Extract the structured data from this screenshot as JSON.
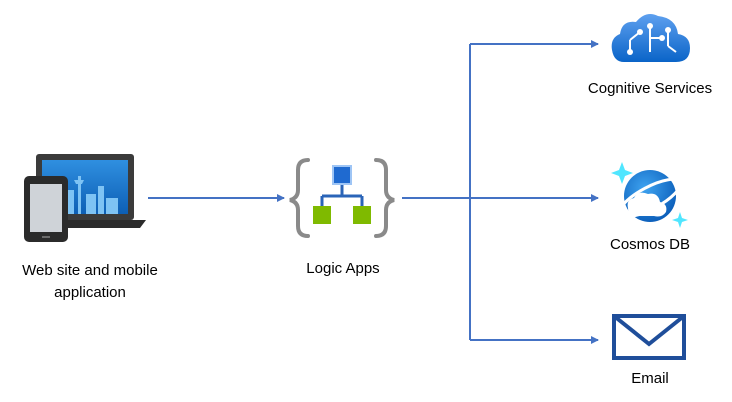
{
  "nodes": {
    "web": {
      "label_line1": "Web site and mobile",
      "label_line2": "application",
      "icon": "laptop-and-phone-icon"
    },
    "logic": {
      "label": "Logic Apps",
      "icon": "logic-apps-icon"
    },
    "cognitive": {
      "label": "Cognitive Services",
      "icon": "cognitive-services-cloud-icon"
    },
    "cosmos": {
      "label": "Cosmos DB",
      "icon": "cosmos-db-icon"
    },
    "email": {
      "label": "Email",
      "icon": "envelope-icon"
    }
  },
  "colors": {
    "arrow": "#4472c4",
    "azure_blue": "#0078d4",
    "logic_green": "#7fba00",
    "bracket_gray": "#8a8a8a",
    "device_dark": "#3b3b3b"
  }
}
